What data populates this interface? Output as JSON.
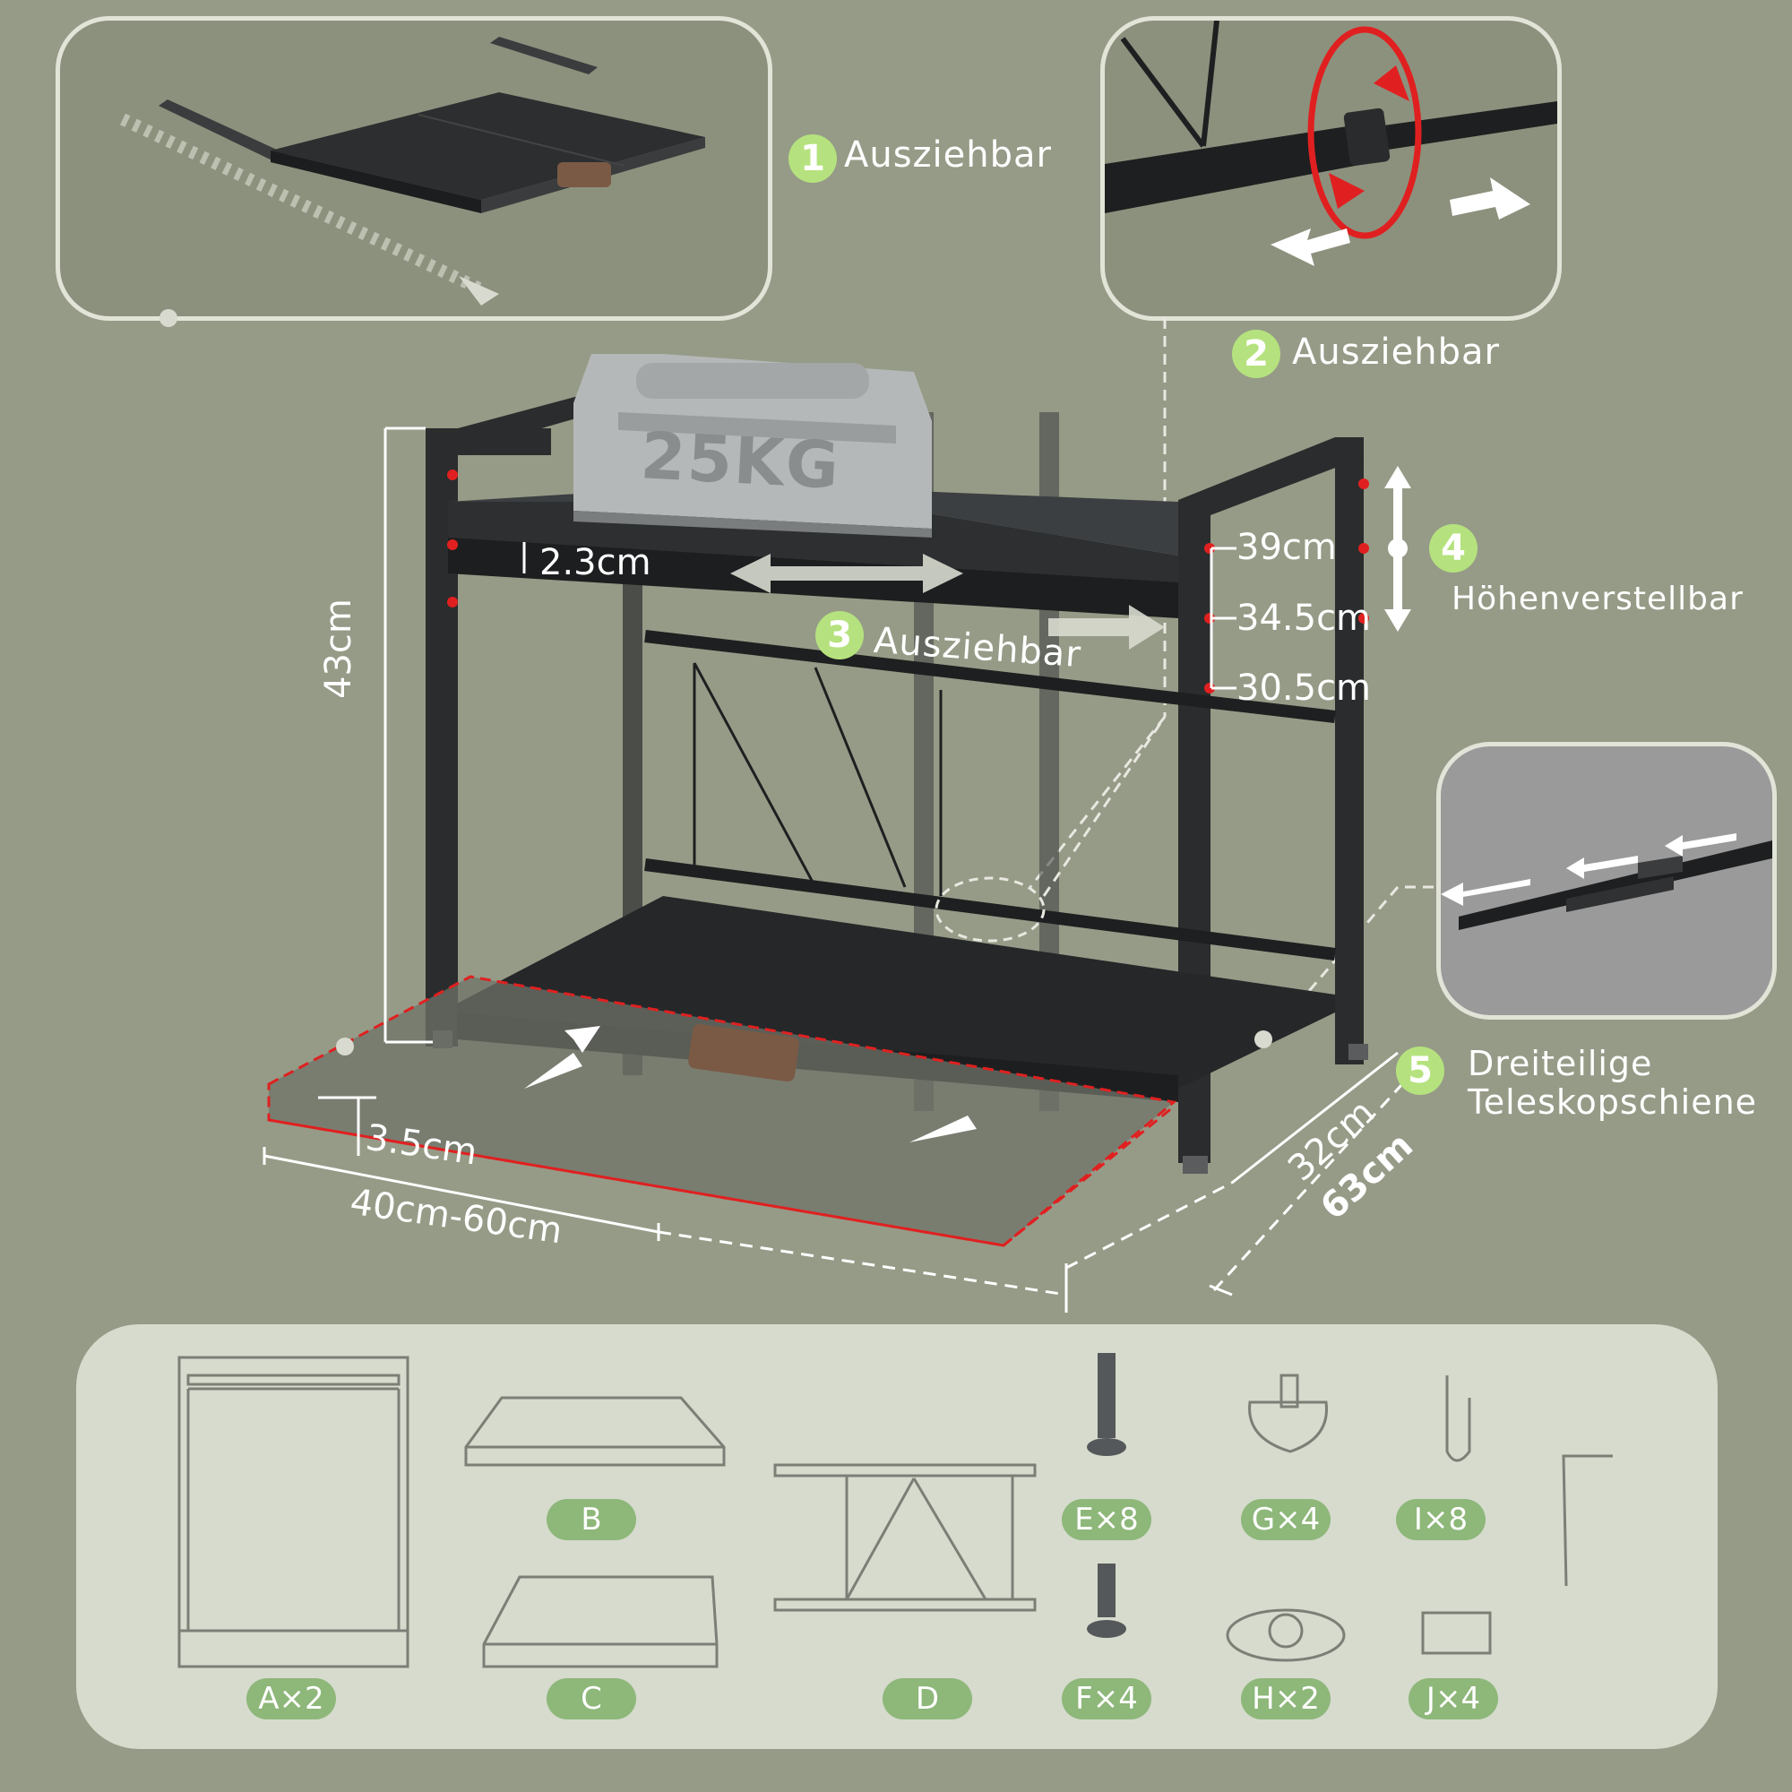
{
  "features": [
    {
      "num": "1",
      "label": "Ausziehbar"
    },
    {
      "num": "2",
      "label": "Ausziehbar"
    },
    {
      "num": "3",
      "label": "Ausziehbar"
    },
    {
      "num": "4",
      "label": "Höhenverstellbar"
    },
    {
      "num": "5",
      "label_line1": "Dreiteilige",
      "label_line2": "Teleskopschiene"
    }
  ],
  "weight_label": "25KG",
  "dimensions": {
    "height": "43cm",
    "shelf_thickness": "2.3cm",
    "drawer_thickness": "3.5cm",
    "width_range": "40cm-60cm",
    "depth": "32cm",
    "total_width": "63cm",
    "heights": [
      "39cm",
      "34.5cm",
      "30.5cm"
    ]
  },
  "parts": [
    {
      "id": "A",
      "label": "A×2"
    },
    {
      "id": "B",
      "label": "B"
    },
    {
      "id": "C",
      "label": "C"
    },
    {
      "id": "D",
      "label": "D"
    },
    {
      "id": "E",
      "label": "E×8"
    },
    {
      "id": "F",
      "label": "F×4"
    },
    {
      "id": "G",
      "label": "G×4"
    },
    {
      "id": "H",
      "label": "H×2"
    },
    {
      "id": "I",
      "label": "I×8"
    },
    {
      "id": "J",
      "label": "J×4"
    }
  ],
  "colors": {
    "background": "#969b87",
    "badge": "#b5e27e",
    "pill": "#8eb77a",
    "panel": "#d6dbcd",
    "frame": "#2a2c2d",
    "highlight_red": "#e02020"
  }
}
